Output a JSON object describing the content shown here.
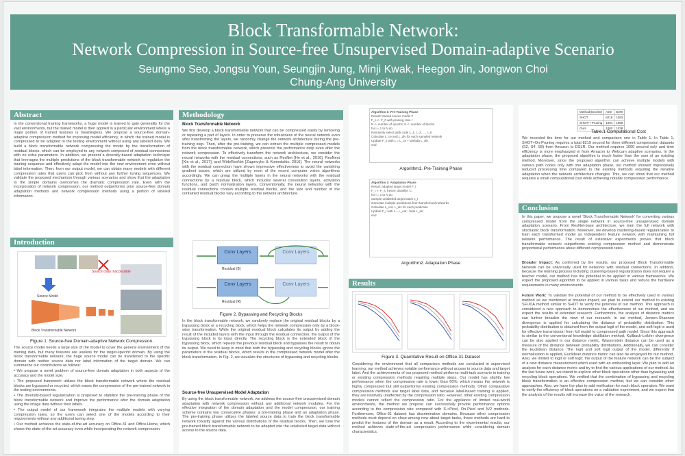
{
  "header": {
    "title_line1": "Block Transformable Network:",
    "title_line2": "Network Compression in Source-free Unsupervised Domain-adaptive Scenario",
    "authors": "Seungmo Seo, Jongsu Youn, Seungjin Jung, Minji Kwak, Heegon Jin, Jongwon Choi",
    "affiliation": "Chung-Ang University"
  },
  "abstract": {
    "heading": "Abstract",
    "body": "In the conventional training frameworks, a huge model is trained to gain generality for the vast environments, but the trained model is then applied in a particular environment where a major portion of trained features is meaningless. We propose a source-free domain-adaptive compression method for improving model efficiency, in which the trained model is compressed to be adapted to the testing environment without using any labeled data. We build a block transformable network compressing the model by the transformation of residual blocks, which can be employed to any network composed of residual connections with no extra parameters. In addition, we present a diversity-based adaptation technique that leverages the multiple predictions of the block transformable network to regularize the training sequence and effectively adapt the model into the new environment even without label information. Then, from our output model, we can obtain many models with different compression rates that users can pick from without any further tuning sequences. We validate the proposed mechanism through various scenarios and show that the adaptation to the simple domains overcomes the dramatic compression rate. Even with the incorporation of network compression, our method outperforms prior source-free domain adaptation methods and network compression methods using a portion of labeled information."
  },
  "introduction": {
    "heading": "Introduction",
    "fig_labels": {
      "source_model": "Source Model",
      "btn": "Block Transformable Network",
      "source_data": "Source Data Inaccessible"
    },
    "fig_caption": "Figure 1: Source-free Domain-adaptive Network Compression.",
    "body": "The source model needs a large size of the model to cover the general environment of the training data, but many features are useless for the target-specific domain. By using the block transformable network, the huge source model can be transferred to the specific domain with neither source data nor label information of the target domain. We can summarize our contributions as follows:",
    "bullets": [
      "• We propose a novel problem of source-free domain adaptation in both aspects of the accuracy and the model size.",
      "• The proposed framework utilizes the block transformable network where the residual blocks are bypassed or recycled, which eases the compression of the pre-trained network in the testing environments.",
      "• The diversity-based regularization is proposed to stabilize the pre-training phase of the block transformable network and improve the performance after the domain adaptation using the image data without their labels.",
      "• The output model of our framework integrates the multiple models with varying compression rates, so the users can select one of the models according to their requirements without any additional tuning step.",
      "• Our method achieves the state-of-the-art accuracy on Office-31 and Office-Home, which shows the state-of-the-art accuracy even while incorporating the network compression."
    ]
  },
  "methodology": {
    "heading": "Methodology",
    "sub1": "Block Transformable Network",
    "body1": "We first develop a block transformable network that can be compressed easily by removing or repeating a part of layers. In order to preserve the robustness of the neural network even after transforming the layers, we randomly change the network architecture during the pre-training step. Then, after the pre-training, we can extract the multiple compressed models from the block transformable network, which prevents the performance drop even after the network compression. To effectively transform the network architecture, we consider the neural networks with the residual connections, such as ResNet [He et al., 2016], ResNext [Xie et al., 2017], and WideResNet [Zagoruyko & Komodakis, 2016]. The neural networks with the residual connection have shown impressive effectiveness to avoid the vanishing gradient issues, which are utilized by most of the recent computer vision algorithms accordingly. We can group the multiple layers in the neural networks with the residual connections by a residual block, which includes several convolution layers, activation functions, and batch normalization layers. Conventionally, the neural networks with the residual connections contain multiple residual blocks, and the size and number of the contained residual blocks vary according to the network architecture.",
    "fig_blocks": {
      "conv": "Conv Layers",
      "bypass": "Residual (B)",
      "recycle": "Residual (R)"
    },
    "fig_caption": "Figure 2. Bypassing and Recycling Blocks",
    "body2": "In the block transformable network, we randomly replace the original residual blocks by a bypassing block or a recycling block, which helps the network compression only by a block-wise transformation. While the original residual block calculates its output by adding the result of the included layers with the input through the residual connection, the output of the bypassing block is its input directly. The recycling block is the extended block of the bypassing block, which repeats the previous residual block and bypasses the result to obtain its output. We need to keep in mind that both the bypassing and recycling blocks ignore the parameters in the residual blocks, which results in the compressed network model after the block transformation. In Fig. 2, we visualize the structures of bypassing and recycling blocks.",
    "sub2": "Source-free Unsupervised Model Adaptation",
    "body3": "By using the block transformable network, we address the source-free unsupervised domain adaptation with network compression without any additional network modules. For the effective integration of the domain adaptation and the model compression, our training scheme contains two consecutive phases: a pre-training phase and an adaptation phase. The pre-training phase utilizes the labeled source data to train the block transformable network robustly against the various distributions of the residual blocks. Then, we tune the pre-trained block transformable network to be adapted into the unlabeled target data without access to the source data."
  },
  "algorithms": {
    "algo1_caption": "Argorithm1. Pre-Training Phase",
    "algo2_caption": "Argorithm2. Adaptation Phase",
    "algo1_lines": [
      "Algorithm 1: Pre-Training Phase",
      "Result: trained source model F",
      "F_s <- F_0 with pruning ratio r",
      "N <- number of epochs; K <- number of blocks",
      "for i = 1 to N do",
      "  Randomly select path code c_1, c_2, ..., c_K",
      "  Calculate L_ce and L_div for each sampled network",
      "  Update F_s with L = L_ce + lambda L_div",
      "end"
    ],
    "algo2_lines": [
      "Algorithm 2: Adaptation Phase",
      "Result: adapted target model F_t",
      "F_t <- F_s; freeze classifier C",
      "for i = 1 to N do",
      "  Sample unlabeled target batch x_t",
      "  Generate multiple predictions from transformed networks",
      "  Calculate L_ent, L_div for each prediction",
      "  Update F_t with L = L_ent - beta L_div",
      "end"
    ]
  },
  "results": {
    "heading": "Results",
    "fig_caption": "Figure 3. Quantitative Result on Office-31 Dataset",
    "body": "Considering the environment that all comparison methods are conducted in supervised learning, our method achieves notable performance without access to source data and target label. And the achievements of our proposed method performs multi-task scenario in training or existing compression methods requiring multiple steps. Our model has slightly low performance when the compression rate is lower than 60%, which means the network is highly compressed but still outperforms existing compression methods. Other comparative compression methods use target label data, and because label-based training is applied, they are relatively unaffected by the compression ratio. However, other existing compression models cannot reflect the compression ratio. For the appliance of limited real-world environments, the method we propose can successfully provide performance options according to the compression rate compared with S->Pixel, On-Pixel and N/2 methods. Furthermore, Office-31 dataset has discriminative domains. Because other compression methods must depend on close-among new about target tasks, these methods are hard to predict the features of the domain as a result. According to the experimental results, our method achieves state-of-the-art compression performance while considering domain characteristics."
  },
  "cost": {
    "table_caption": "Table.1 Computational Cost",
    "table_head": [
      "Method(Sec/iter)",
      "A2D",
      "D2W"
    ],
    "table_rows": [
      [
        "SHOT",
        "8219",
        "1083"
      ],
      [
        "SHOT++Pruning",
        "1094",
        "1069"
      ],
      [
        "Ours",
        "1000",
        "1038"
      ]
    ],
    "body": "We recorded the time for our method and comparison one in Table 1. In Table 1, SHOT+On-Pruning requires a total 8219 second for three different compression datasets (S2, S4, S8) from Amazon to DSLR. Our method requires 1000 second only and time efficiency is more emphasized in from Amazon to Webcam adaptive scenarios. In the adaptation phase, the proposed algorithm is much faster than the sum of an existing method. Moreover, since the proposed algorithm can achieve multiple models with various path codes only with one adaptation phase, our method showed impressively reduced processing time compared to the existing methods requiring the iterative adaptation when the network architecture changes. This, we can show that our method requires a small computational cost while achieving notable compression performance."
  },
  "conclusion": {
    "heading": "Conclusion",
    "body1": "In this paper, we propose a novel 'Block Transformable Network' for converting various compressed model from the single network in source-free unsupervised domain adaptation scenario. From ResNet-base architecture, we train the full network with stochastic block transformation. Moreover, we develop clustering-based regularization to train each transformed model as independent feature network with maintaining full network performance. The result of extensive experiments proves that block transformable network outperforms existing compression method and demonstrate proportional performance about different compression rates.",
    "broader_label": "Broader Impact:",
    "broader_body": "As confirmed by the results, our proposed Block Transformable Network can be universally used for networks with residual connections. In addition, because the learning process including clustering-based regularization does not require a teacher model, our method has the potential to be applied in various frameworks. We expect the proposed algorithm to be applied in various tasks and reduce the hardware requirements in many environments.",
    "future_label": "Future Work:",
    "future_body": "To validate the potential of our method to be effectively used in various method as we mentioned at broader impact, we plan to extend our method to existing SFUDA method similar to SHOT to verify the potential of our method. This approach is considered a nice approach to demonstrate the effectiveness of our method, and we expect the results of extended research. Furthermore, the analysis of distance metrics can further broaden the view of our research. In our method, Jensen-Shannon divergence is applied for calculating the distance of probability distribution. This probability distribution is obtained from the output logit of the model, and soft logit is used for effective transmission from full model to compressed path model. Since this approach is similar to the conventional knowledge distillation method, Kullback-Leibler divergence can be also applied in our distance metric. Wasserstein distance can be used as a measure of the distance between probability distributions. Additionally, we can consider the Euclidean distance. The logit and soft logit output of the model, differently if normalization is applied, Euclidean distance metric can also be employed for our method. Also, we limited to logit or soft logit; the output of the feature network can be the subject of a new distance measurement which used with an embedding layer. We plan to add an analysis for each distance metric and try to find the various applications of our method. As the last future work, we intend to explore other block operations other than bypassing and recycling block operations. We verified that the combination of bypassing and recycling block transformation is an effective compression method, but we can consider other approaches. Also, we have the plan to add verification for each block operation. We want to verify the efficiency of block operations on a validation experiment, and we expect that the analysis of the results will increase the value of the research."
  },
  "colors": {
    "accent": "#5f9e8f",
    "section_head": "#6ca89a",
    "block_blue": "#8fb4e0"
  }
}
